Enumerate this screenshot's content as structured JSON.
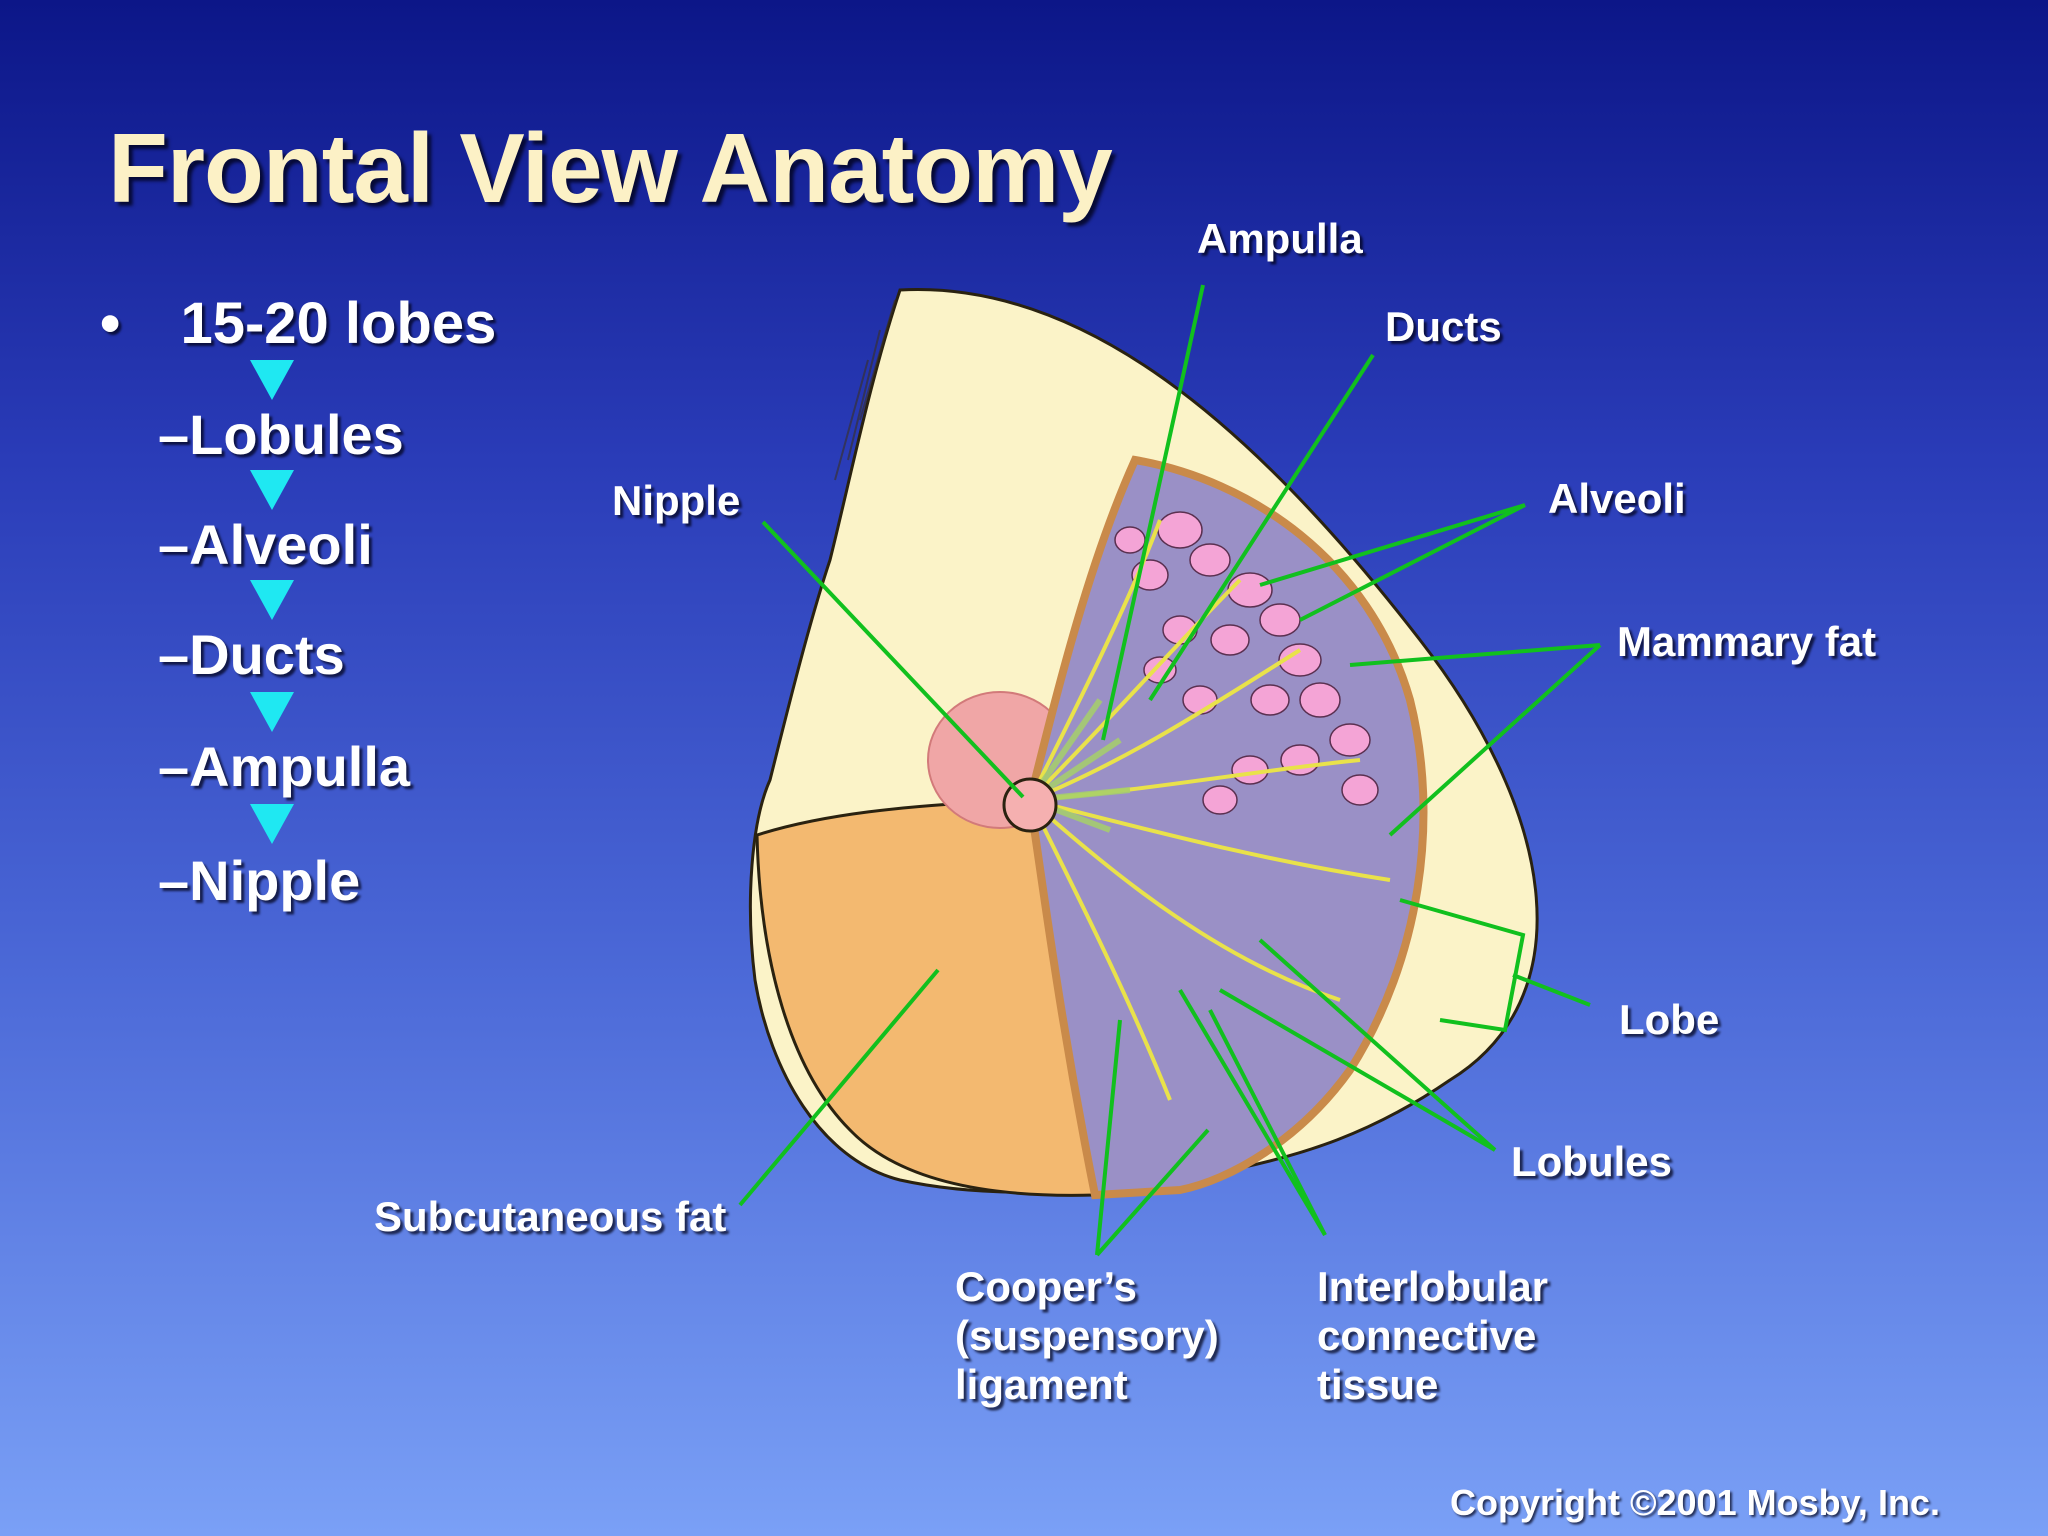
{
  "slide": {
    "title": "Frontal View Anatomy",
    "copyright": "Copyright ©2001 Mosby, Inc."
  },
  "hierarchy": {
    "bullet": "•",
    "top_item": "15-20 lobes",
    "sub_items": [
      "–Lobules",
      "–Alveoli",
      "–Ducts",
      "–Ampulla",
      "–Nipple"
    ]
  },
  "labels": {
    "ampulla": "Ampulla",
    "ducts": "Ducts",
    "alveoli": "Alveoli",
    "nipple": "Nipple",
    "mammary_fat": "Mammary fat",
    "lobe": "Lobe",
    "lobules": "Lobules",
    "subcutaneous_fat": "Subcutaneous fat",
    "coopers_ligament": [
      "Cooper’s",
      "(suspensory)",
      "ligament"
    ],
    "interlobular_tissue": [
      "Interlobular",
      "connective",
      "tissue"
    ]
  },
  "colors": {
    "title": "#fcf1c6",
    "arrow": "#1fe8f2",
    "leader_line": "#11c01e",
    "skin": "#fbf3c8",
    "subcutaneous_fat": "#f3b970",
    "lobe_tissue": "#9a90c6",
    "alveoli": "#f4a4d6",
    "areola": "#f0a6a6"
  }
}
